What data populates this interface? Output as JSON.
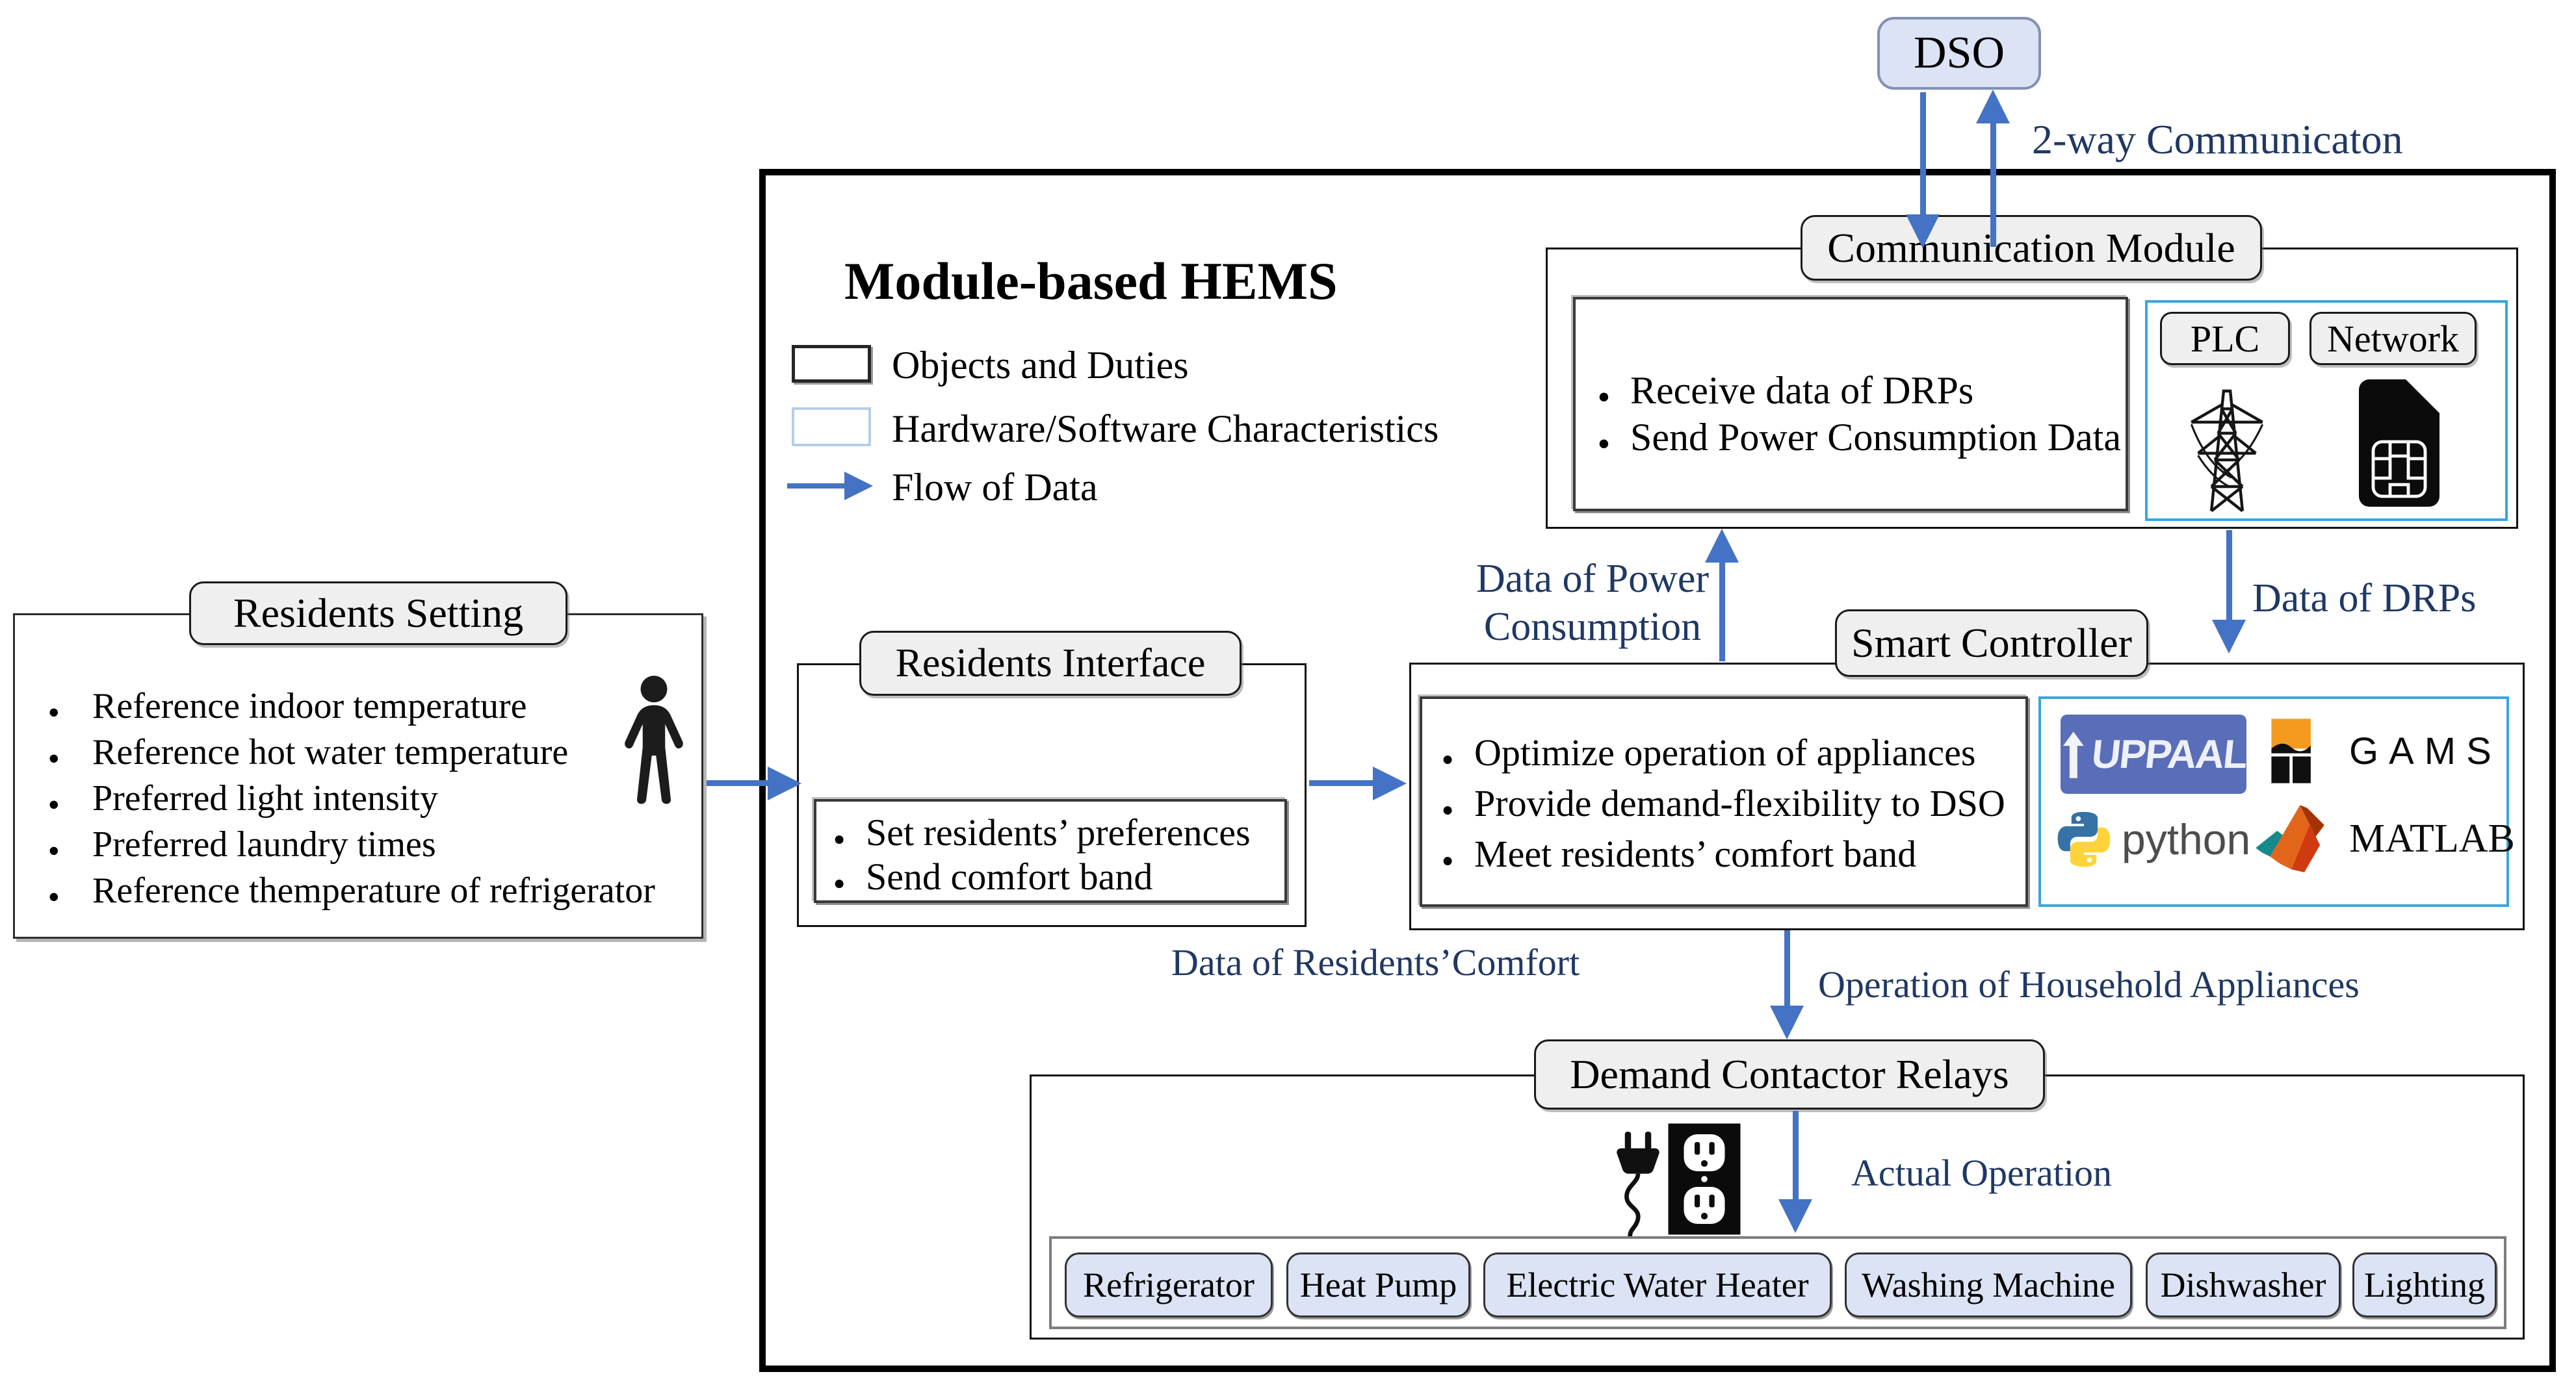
{
  "dso": {
    "label": "DSO"
  },
  "top": {
    "two_way_label": "2-way Communicaton"
  },
  "title": "Module-based HEMS",
  "legend": {
    "objects_label": "Objects and Duties",
    "hardware_label": "Hardware/Software Characteristics",
    "flow_label": "Flow of Data"
  },
  "communication_module": {
    "header": "Communication Module",
    "duties": [
      "Receive data of DRPs",
      "Send Power Consumption Data"
    ],
    "plc_label": "PLC",
    "network_label": "Network"
  },
  "smart_controller": {
    "header": "Smart Controller",
    "duties": [
      "Optimize operation of appliances",
      "Provide demand-flexibility to DSO",
      "Meet residents’ comfort band"
    ],
    "software": {
      "uppaal": "UPPAAL",
      "gams": "GAMS",
      "python": "python",
      "matlab": "MATLAB"
    }
  },
  "residents_setting": {
    "header": "Residents Setting",
    "items": [
      "Reference indoor temperature",
      "Reference hot water temperature",
      "Preferred light intensity",
      "Preferred laundry times",
      "Reference themperature of refrigerator"
    ]
  },
  "residents_interface": {
    "header": "Residents Interface",
    "duties": [
      "Set residents’ preferences",
      "Send comfort band"
    ]
  },
  "demand_relays": {
    "header": "Demand Contactor Relays",
    "appliances": [
      "Refrigerator",
      "Heat Pump",
      "Electric Water Heater",
      "Washing Machine",
      "Dishwasher",
      "Lighting"
    ]
  },
  "flow_labels": {
    "power_line1": "Data of Power",
    "power_line2": "Consumption",
    "drps": "Data of DRPs",
    "comfort": "Data of Residents’Comfort",
    "operation": "Operation of Household Appliances",
    "actual": "Actual Operation"
  },
  "colors": {
    "arrow": "#4472C4",
    "label_text": "#1F3864",
    "module_fill": "#DBE3F4",
    "header_fill": "#EFEFEF",
    "hw_border": "#38A6DC",
    "legend_hw_border": "#B7CDE8"
  }
}
